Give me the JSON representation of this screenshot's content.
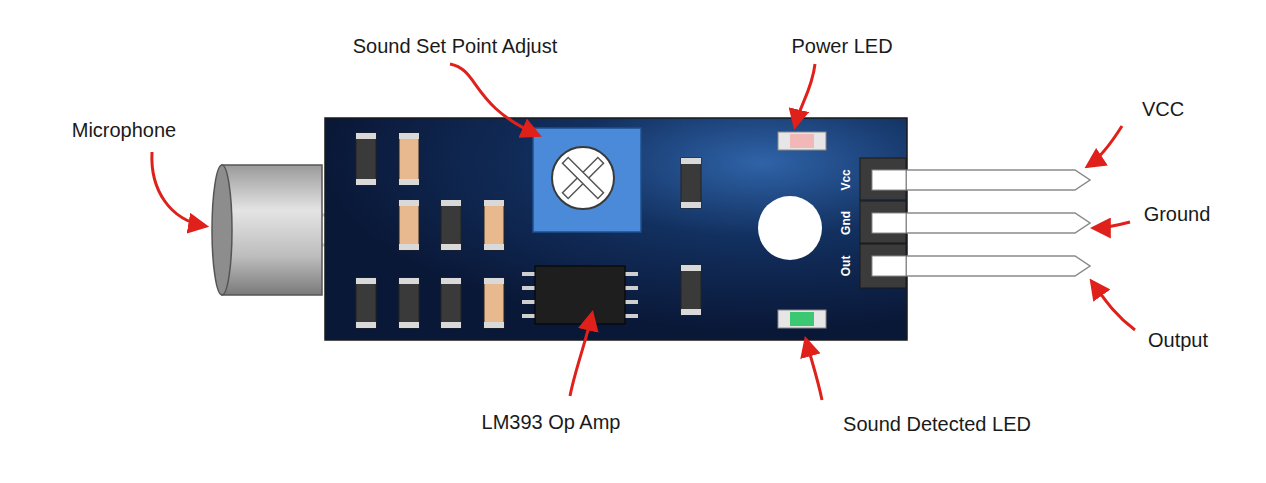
{
  "diagram": {
    "labels": [
      "Sound Set Point Adjust",
      "Power LED",
      "VCC",
      "Microphone",
      "Ground",
      "Output",
      "LM393 Op Amp",
      "Sound Detected LED",
      "Vcc",
      "Gnd",
      "Out"
    ]
  }
}
